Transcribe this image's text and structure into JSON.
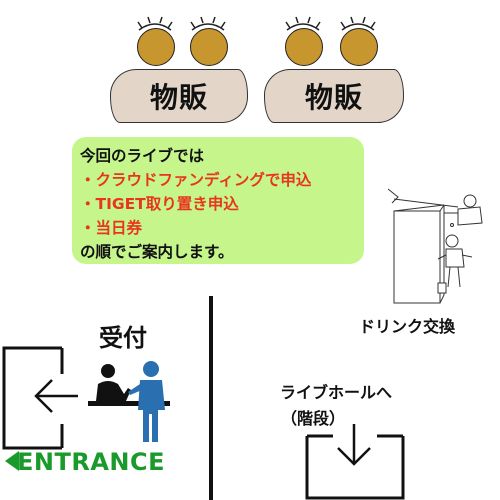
{
  "booths": [
    {
      "label": "物販"
    },
    {
      "label": "物販"
    }
  ],
  "notice": {
    "lines": [
      {
        "text": "今回のライブでは",
        "color": "#111111"
      },
      {
        "text": "・クラウドファンディングで申込",
        "color": "#e8351e"
      },
      {
        "text": "・TIGET取り置き申込",
        "color": "#e8351e"
      },
      {
        "text": "・当日券",
        "color": "#e8351e"
      },
      {
        "text": "の順でご案内します。",
        "color": "#111111"
      }
    ],
    "background": "#c6f58c"
  },
  "drink": {
    "label": "ドリンク交換"
  },
  "reception": {
    "label": "受付",
    "entrance": "ENTRANCE"
  },
  "hall": {
    "label": "ライブホールへ",
    "sublabel": "（階段）"
  },
  "colors": {
    "entrance_green": "#1a9a2a",
    "person_blue": "#2a6fb0",
    "coin": "#c8962e",
    "stand": "#e3d5c8"
  },
  "icons": [
    "eye-coin-icon",
    "exit-arrow-icon",
    "reception-people-icon",
    "down-arrow-icon",
    "bar-counter-icon"
  ]
}
